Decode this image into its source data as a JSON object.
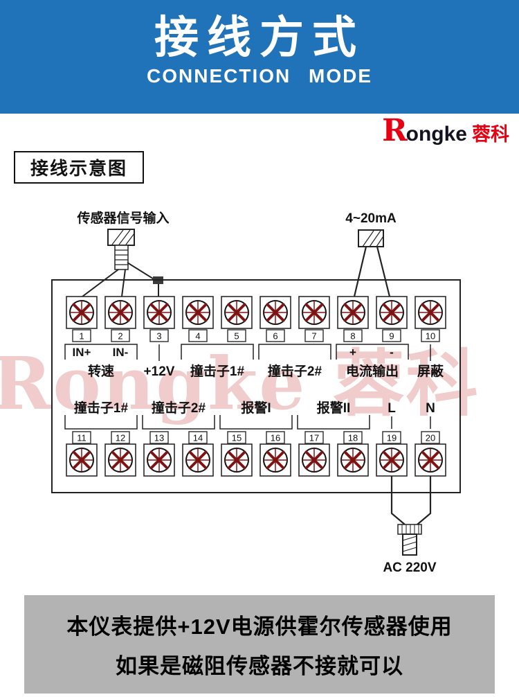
{
  "header": {
    "title_cn": "接线方式",
    "title_en": "CONNECTION MODE"
  },
  "brand": {
    "r": "R",
    "rest": "ongke",
    "cn": "蓉科"
  },
  "section": {
    "label": "接线示意图"
  },
  "watermark": {
    "text": "Rongke 蓉科"
  },
  "diagram": {
    "sensor_input_label": "传感器信号输入",
    "current_loop_label": "4~20mA",
    "ac_label": "AC 220V",
    "terminals_top": [
      "1",
      "2",
      "3",
      "4",
      "5",
      "6",
      "7",
      "8",
      "9",
      "10"
    ],
    "terminals_bottom": [
      "11",
      "12",
      "13",
      "14",
      "15",
      "16",
      "17",
      "18",
      "19",
      "20"
    ],
    "terminal_sub_labels_top": [
      "IN+",
      "IN-",
      "",
      "",
      "",
      "",
      "",
      "+",
      "-",
      ""
    ],
    "groups_top": [
      {
        "label": "转速",
        "from": 1,
        "to": 2
      },
      {
        "label": "+12V",
        "from": 3,
        "to": 3
      },
      {
        "label": "撞击子1#",
        "from": 4,
        "to": 5
      },
      {
        "label": "撞击子2#",
        "from": 6,
        "to": 7
      },
      {
        "label": "电流输出",
        "from": 8,
        "to": 9
      },
      {
        "label": "屏蔽",
        "from": 10,
        "to": 10
      }
    ],
    "groups_bottom": [
      {
        "label": "撞击子1#",
        "from": 11,
        "to": 12
      },
      {
        "label": "撞击子2#",
        "from": 13,
        "to": 14
      },
      {
        "label": "报警I",
        "from": 15,
        "to": 16
      },
      {
        "label": "报警II",
        "from": 17,
        "to": 18
      },
      {
        "label": "L",
        "from": 19,
        "to": 19
      },
      {
        "label": "N",
        "from": 20,
        "to": 20
      }
    ]
  },
  "note": {
    "line1": "本仪表提供+12V电源供霍尔传感器使用",
    "line2": "如果是磁阻传感器不接就可以"
  },
  "colors": {
    "banner_blue": "#2173b9",
    "brand_red": "#e60012",
    "screw_red": "#7d1414",
    "note_gray": "#b3b3b3",
    "watermark_red": "#c53030"
  }
}
